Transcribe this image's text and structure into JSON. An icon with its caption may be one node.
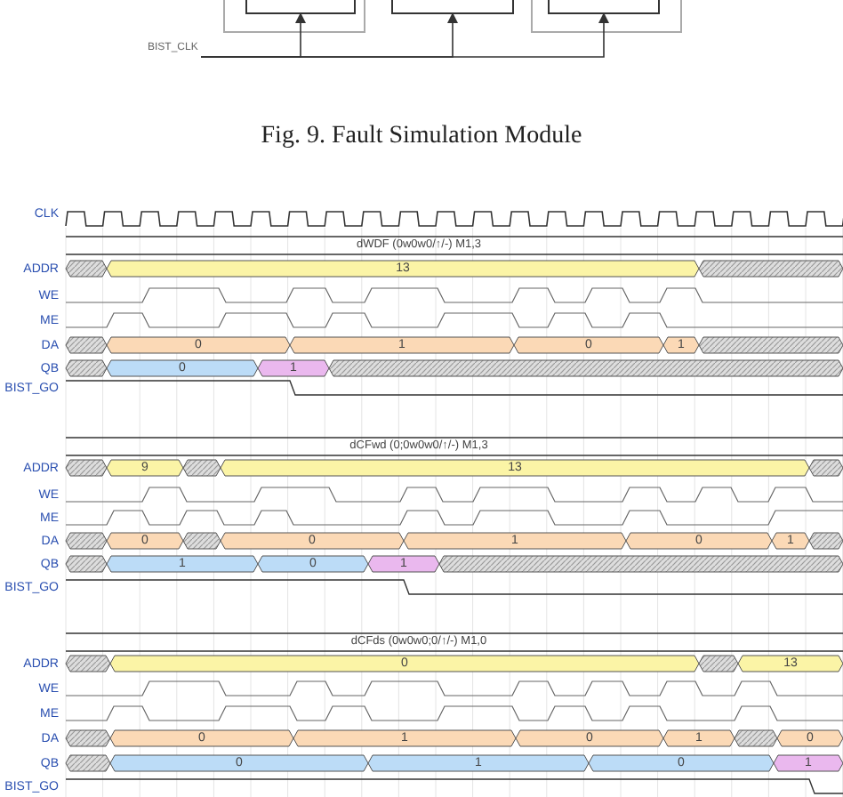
{
  "diagram": {
    "caption": "Fig. 9.  Fault Simulation Module",
    "nodes": [
      {
        "text": [],
        "shape": "box"
      },
      {
        "text": [],
        "shape": "box"
      },
      {
        "text": [],
        "shape": "box"
      },
      {
        "text": [
          "BIST_CLK"
        ]
      }
    ],
    "edges": [
      {
        "from": 3,
        "to": 0,
        "arrow": "to"
      },
      {
        "from": 3,
        "to": 1,
        "arrow": "to"
      },
      {
        "from": 3,
        "to": 2,
        "arrow": "to"
      }
    ],
    "labels": [
      "CLK",
      "dWDF (0w0w0/↑/-) M1,3",
      "ADDR",
      "13",
      "WE",
      "ME",
      "DA",
      "0",
      "1",
      "0",
      "1",
      "QB",
      "0",
      "1",
      "BIST_GO",
      "dCFwd (0;0w0w0/↑/-) M1,3",
      "ADDR",
      "9",
      "13",
      "WE",
      "ME",
      "DA",
      "0",
      "0",
      "1",
      "0",
      "1",
      "QB",
      "1",
      "0",
      "1",
      "BIST_GO",
      "dCFds (0w0w0;0/↑/-) M1,0",
      "ADDR",
      "0",
      "13",
      "WE",
      "ME",
      "DA",
      "0",
      "1",
      "0",
      "1",
      "0",
      "QB",
      "0",
      "1",
      "0",
      "1",
      "BIST_GO"
    ]
  }
}
